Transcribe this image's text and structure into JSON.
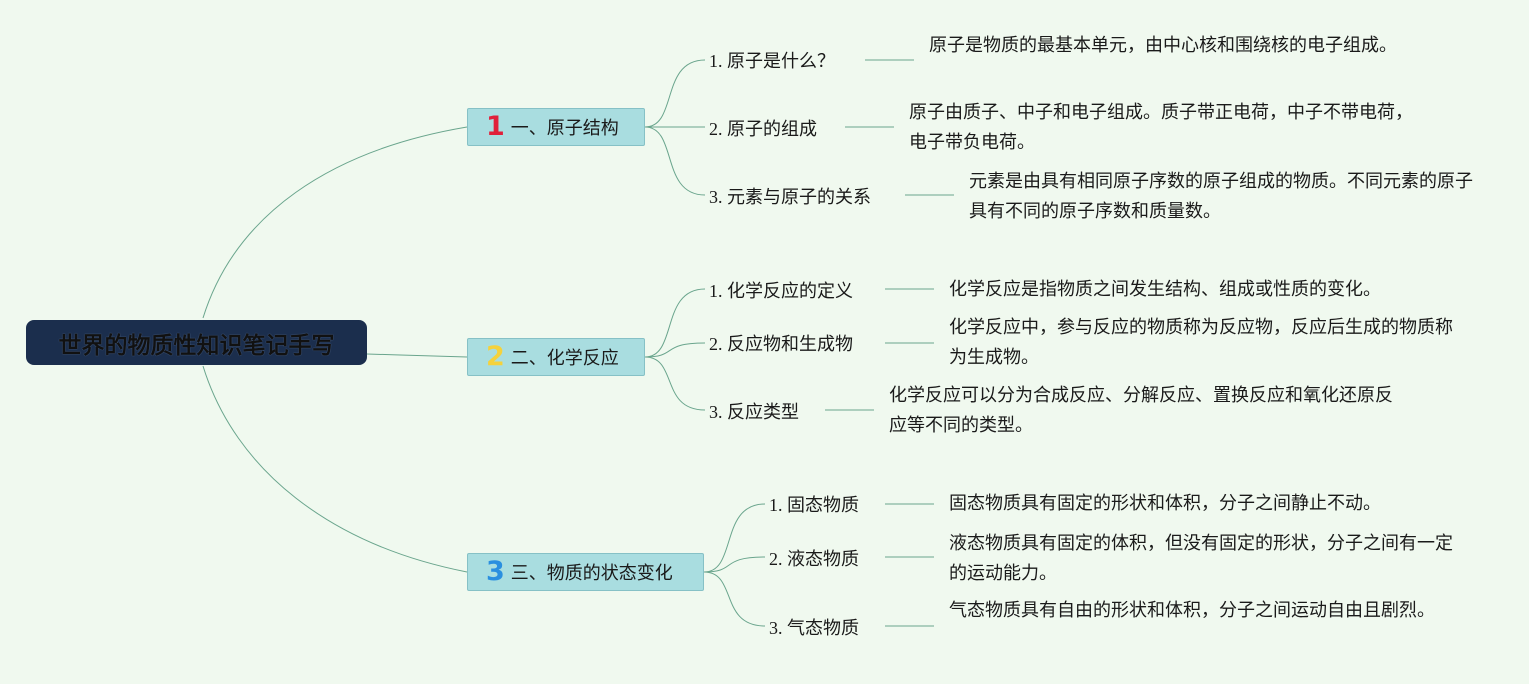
{
  "root": {
    "title": "世界的物质性知识笔记手写"
  },
  "colors": {
    "line": "#6aa58d",
    "num1": "#e0203a",
    "num2": "#f5d23c",
    "num3": "#2a8fe0"
  },
  "branches": [
    {
      "num": "1",
      "label": "一、原子结构",
      "children": [
        {
          "label": "1. 原子是什么？",
          "desc": "原子是物质的最基本单元，由中心核和围绕核的电子组成。"
        },
        {
          "label": "2. 原子的组成",
          "desc": "原子由质子、中子和电子组成。质子带正电荷，中子不带电荷，电子带负电荷。"
        },
        {
          "label": "3. 元素与原子的关系",
          "desc": "元素是由具有相同原子序数的原子组成的物质。不同元素的原子具有不同的原子序数和质量数。"
        }
      ]
    },
    {
      "num": "2",
      "label": "二、化学反应",
      "children": [
        {
          "label": "1. 化学反应的定义",
          "desc": "化学反应是指物质之间发生结构、组成或性质的变化。"
        },
        {
          "label": "2. 反应物和生成物",
          "desc": "化学反应中，参与反应的物质称为反应物，反应后生成的物质称为生成物。"
        },
        {
          "label": "3. 反应类型",
          "desc": "化学反应可以分为合成反应、分解反应、置换反应和氧化还原反应等不同的类型。"
        }
      ]
    },
    {
      "num": "3",
      "label": "三、物质的状态变化",
      "children": [
        {
          "label": "1. 固态物质",
          "desc": "固态物质具有固定的形状和体积，分子之间静止不动。"
        },
        {
          "label": "2. 液态物质",
          "desc": "液态物质具有固定的体积，但没有固定的形状，分子之间有一定的运动能力。"
        },
        {
          "label": "3. 气态物质",
          "desc": "气态物质具有自由的形状和体积，分子之间运动自由且剧烈。"
        }
      ]
    }
  ]
}
